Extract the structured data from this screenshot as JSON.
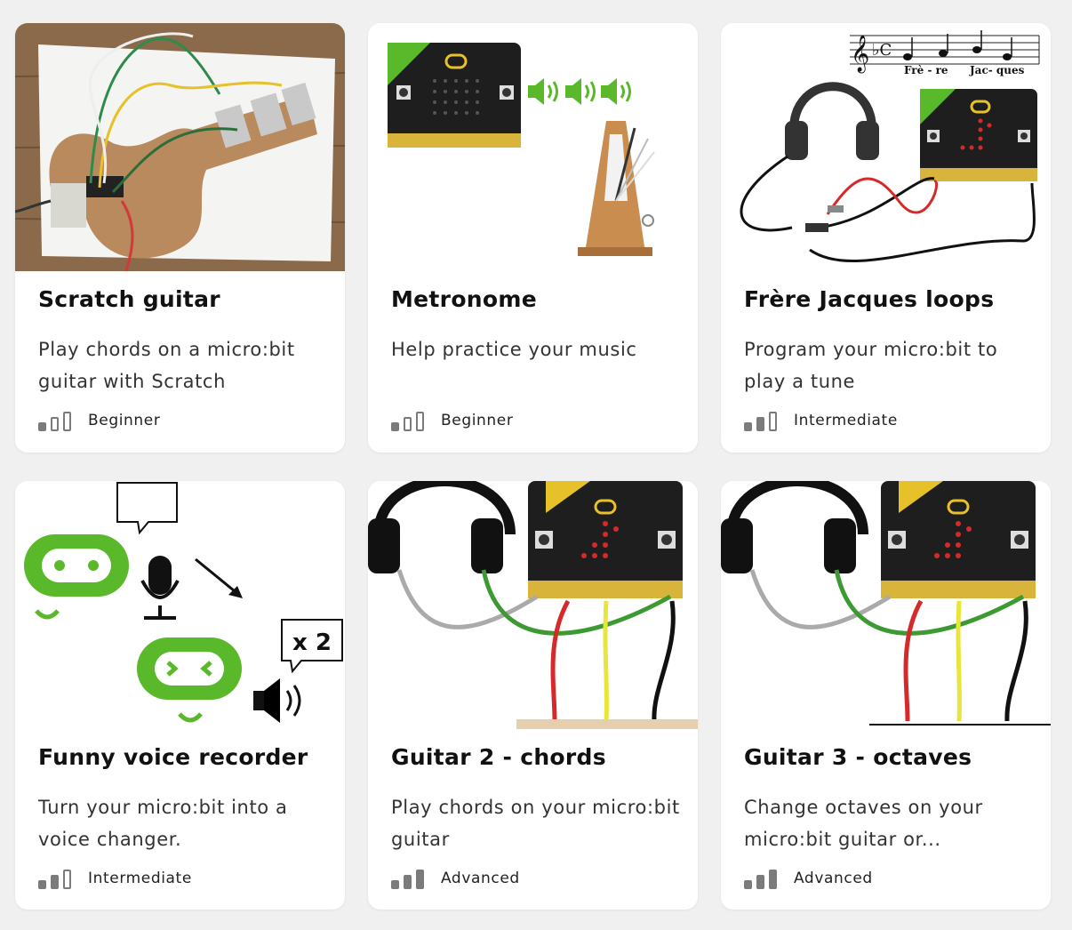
{
  "cards": [
    {
      "title": "Scratch guitar",
      "description": "Play chords on a micro:bit guitar with Scratch",
      "level": "Beginner",
      "level_bars": 1
    },
    {
      "title": "Metronome",
      "description": "Help practice your music",
      "level": "Beginner",
      "level_bars": 1
    },
    {
      "title": "Frère Jacques loops",
      "description": "Program your micro:bit to play a tune",
      "level": "Intermediate",
      "level_bars": 2,
      "image_text": {
        "lyric1": "Frè - re",
        "lyric2": "Jac- ques"
      }
    },
    {
      "title": "Funny voice recorder",
      "description": "Turn your micro:bit into a voice changer.",
      "level": "Intermediate",
      "level_bars": 2,
      "image_text": {
        "bubble": "x 2"
      }
    },
    {
      "title": "Guitar 2 - chords",
      "description": "Play chords on your micro:bit guitar",
      "level": "Advanced",
      "level_bars": 3
    },
    {
      "title": "Guitar 3 - octaves",
      "description": "Change octaves on your micro:bit guitar or...",
      "level": "Advanced",
      "level_bars": 3
    }
  ],
  "colors": {
    "accent_green": "#5ab82b",
    "card_bg": "#ffffff",
    "page_bg": "#f0f0f0",
    "bar_fill": "#7b7b7b"
  }
}
